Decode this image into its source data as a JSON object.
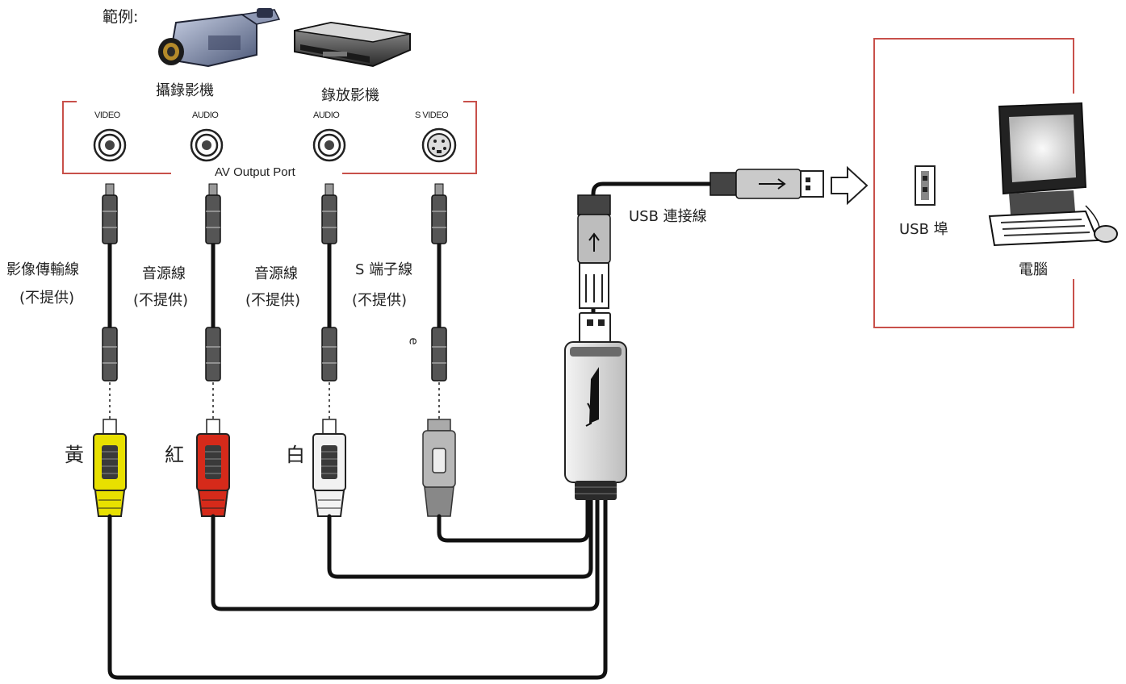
{
  "header": {
    "example_label": "範例:"
  },
  "devices": {
    "camcorder": "攝錄影機",
    "vcr": "錄放影機"
  },
  "ports": {
    "group_label": "AV Output Port",
    "items": [
      "VIDEO",
      "AUDIO",
      "AUDIO",
      "S VIDEO"
    ]
  },
  "cables": {
    "video": {
      "name": "影像傳輸線",
      "note": "(不提供)"
    },
    "audio_left": {
      "name": "音源線",
      "note": "(不提供)"
    },
    "audio_right": {
      "name": "音源線",
      "note": "(不提供)"
    },
    "svideo": {
      "name": "S 端子線",
      "note": "(不提供)"
    },
    "stray_mark": "e"
  },
  "plug_colors": {
    "yellow": {
      "label": "黃",
      "hex": "#e8e000"
    },
    "red": {
      "label": "紅",
      "hex": "#d62a1a"
    },
    "white": {
      "label": "白",
      "hex": "#f2f2f2"
    }
  },
  "usb": {
    "cable_label": "USB 連接線",
    "port_label": "USB 埠",
    "computer_label": "電腦"
  },
  "colors": {
    "frame": "#c8504a",
    "cable": "#111111",
    "svideo_plug": "#b8b8b8"
  }
}
